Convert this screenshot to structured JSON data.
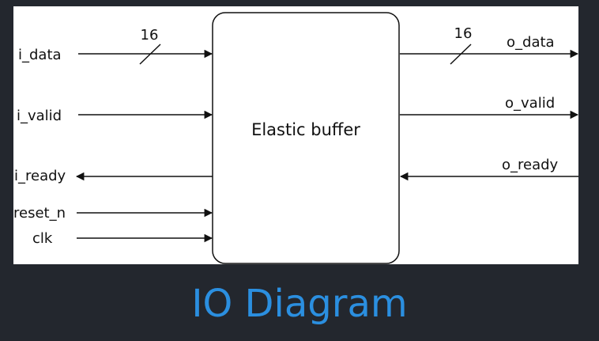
{
  "caption": "IO Diagram",
  "block": {
    "label": "Elastic buffer"
  },
  "inputs": {
    "i_data": "i_data",
    "i_data_width": "16",
    "i_valid": "i_valid",
    "i_ready": "i_ready",
    "reset_n": "reset_n",
    "clk": "clk"
  },
  "outputs": {
    "o_data": "o_data",
    "o_data_width": "16",
    "o_valid": "o_valid",
    "o_ready": "o_ready"
  },
  "colors": {
    "background": "#23272e",
    "panel": "#ffffff",
    "caption": "#2b8fe0",
    "ink": "#111111"
  }
}
